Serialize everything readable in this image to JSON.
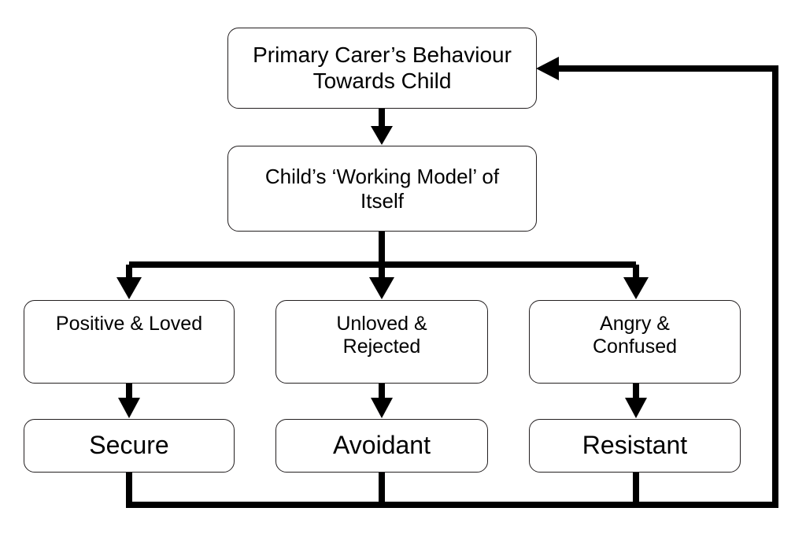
{
  "diagram": {
    "title": "Attachment Theory Flowchart",
    "background_color": "#ffffff",
    "line_color": "#000000",
    "box_border_color": "#231f20",
    "nodes": {
      "carer_behaviour": "Primary Carer’s Behaviour\nTowards Child",
      "working_model": "Child’s ‘Working Model’ of\nItself",
      "state_positive": "Positive & Loved",
      "state_unloved": "Unloved &\nRejected",
      "state_angry": "Angry &\nConfused",
      "type_secure": "Secure",
      "type_avoidant": "Avoidant",
      "type_resistant": "Resistant"
    },
    "connectors": [
      {
        "name": "carer-to-working-model",
        "from": "carer_behaviour",
        "to": "working_model",
        "style": "arrow-down"
      },
      {
        "name": "working-model-branch",
        "from": "working_model",
        "to": [
          "state_positive",
          "state_unloved",
          "state_angry"
        ],
        "style": "branching-arrows-down"
      },
      {
        "name": "positive-to-secure",
        "from": "state_positive",
        "to": "type_secure",
        "style": "arrow-down"
      },
      {
        "name": "unloved-to-avoidant",
        "from": "state_unloved",
        "to": "type_avoidant",
        "style": "arrow-down"
      },
      {
        "name": "angry-to-resistant",
        "from": "state_angry",
        "to": "type_resistant",
        "style": "arrow-down"
      },
      {
        "name": "feedback-loop",
        "from": [
          "type_secure",
          "type_avoidant",
          "type_resistant"
        ],
        "to": "carer_behaviour",
        "style": "collector-loop-arrow-left"
      }
    ]
  }
}
